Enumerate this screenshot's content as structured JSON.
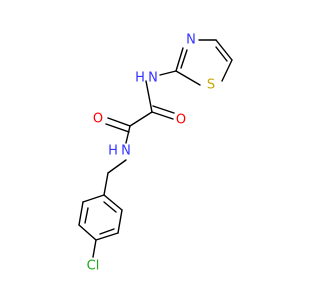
{
  "atoms": {
    "N_top": {
      "text": "N",
      "color": "#3333ff"
    },
    "H_top": {
      "text": "H",
      "color": "#3333ff"
    },
    "N_ring": {
      "text": "N",
      "color": "#3333ff"
    },
    "S_ring": {
      "text": "S",
      "color": "#c8a800"
    },
    "O_left": {
      "text": "O",
      "color": "#ff0000"
    },
    "O_right": {
      "text": "O",
      "color": "#ff0000"
    },
    "N_mid": {
      "text": "N",
      "color": "#3333ff"
    },
    "H_mid": {
      "text": "H",
      "color": "#3333ff"
    },
    "Cl": {
      "text": "Cl",
      "color": "#1aaa1a"
    }
  }
}
